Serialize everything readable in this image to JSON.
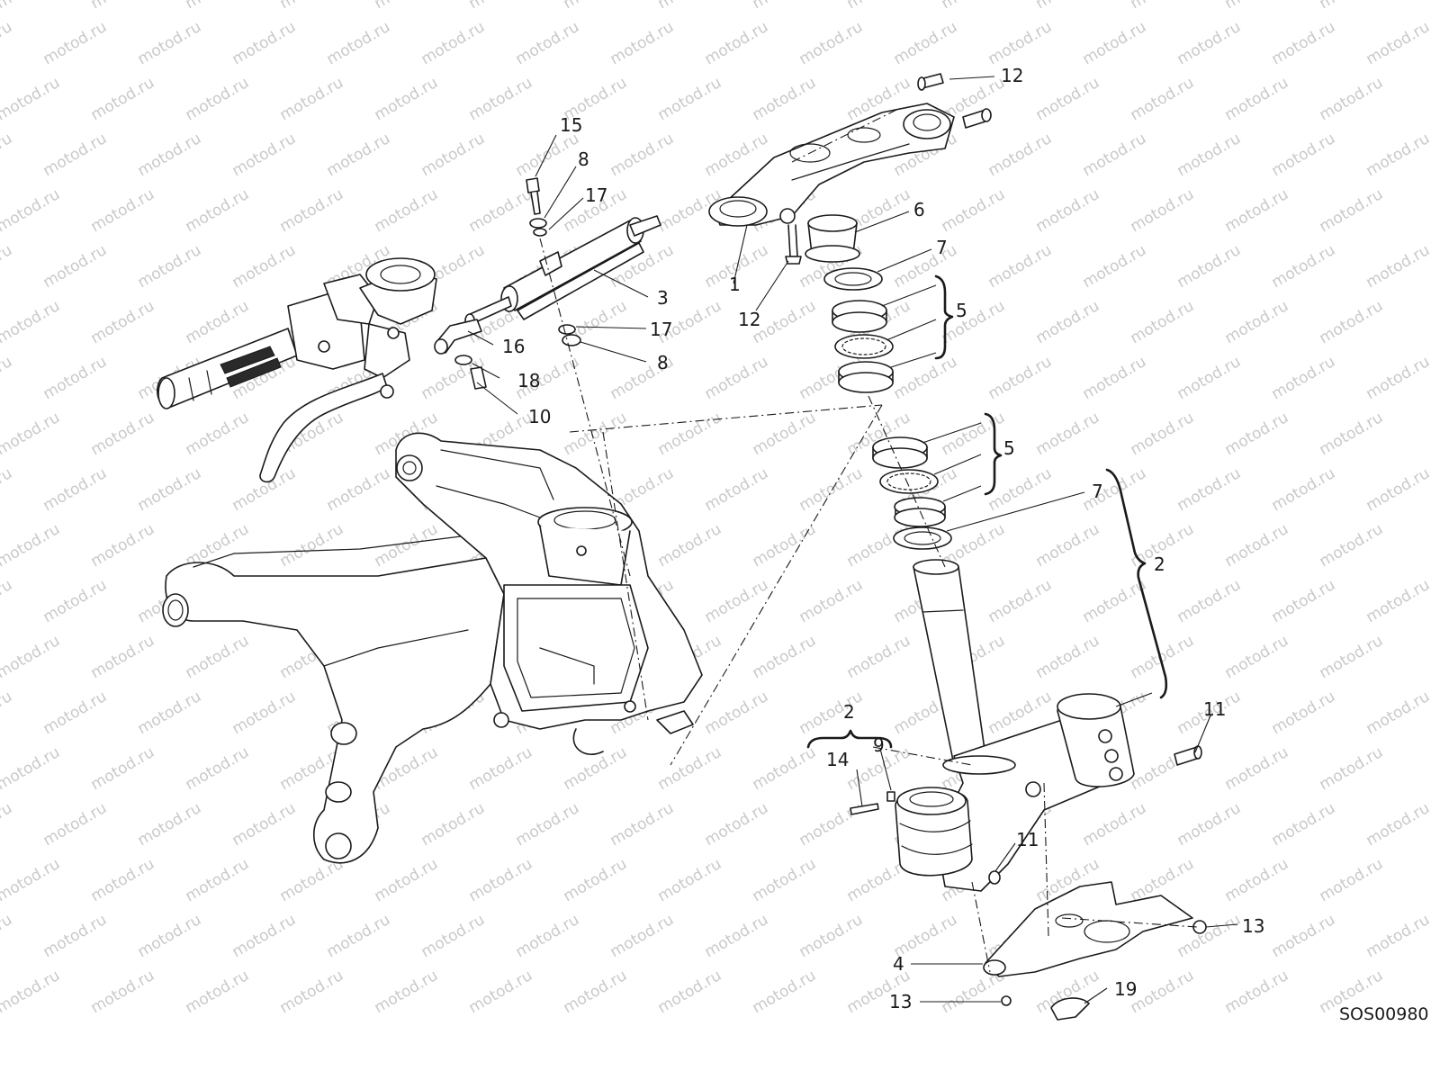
{
  "watermark": "motod.ru",
  "diagram_code": "SOS00980",
  "callouts": [
    {
      "id": "c15",
      "text": "15"
    },
    {
      "id": "c8a",
      "text": "8"
    },
    {
      "id": "c17a",
      "text": "17"
    },
    {
      "id": "c3",
      "text": "3"
    },
    {
      "id": "c17b",
      "text": "17"
    },
    {
      "id": "c8b",
      "text": "8"
    },
    {
      "id": "c16",
      "text": "16"
    },
    {
      "id": "c18",
      "text": "18"
    },
    {
      "id": "c10",
      "text": "10"
    },
    {
      "id": "c12a",
      "text": "12"
    },
    {
      "id": "c6",
      "text": "6"
    },
    {
      "id": "c7a",
      "text": "7"
    },
    {
      "id": "c1",
      "text": "1"
    },
    {
      "id": "c12b",
      "text": "12"
    },
    {
      "id": "c5a",
      "text": "5"
    },
    {
      "id": "c5b",
      "text": "5"
    },
    {
      "id": "c7b",
      "text": "7"
    },
    {
      "id": "c2a",
      "text": "2"
    },
    {
      "id": "c2b",
      "text": "2"
    },
    {
      "id": "c14",
      "text": "14"
    },
    {
      "id": "c9",
      "text": "9"
    },
    {
      "id": "c11a",
      "text": "11"
    },
    {
      "id": "c11b",
      "text": "11"
    },
    {
      "id": "c13a",
      "text": "13"
    },
    {
      "id": "c4",
      "text": "4"
    },
    {
      "id": "c13b",
      "text": "13"
    },
    {
      "id": "c19",
      "text": "19"
    }
  ]
}
